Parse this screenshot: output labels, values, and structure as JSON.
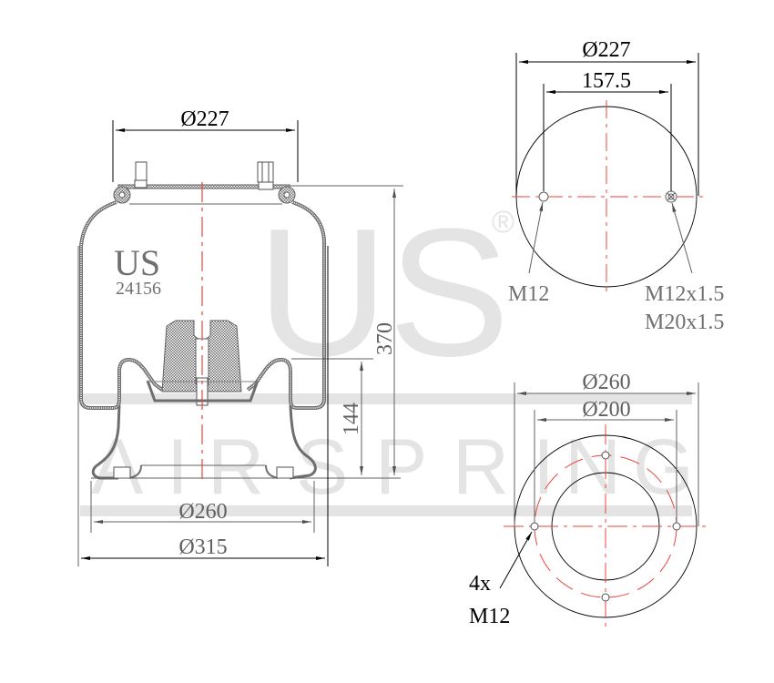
{
  "watermark": {
    "brand": "US",
    "registered": "®",
    "tagline_letters": [
      "A",
      "I",
      "R",
      "S",
      "P",
      "R",
      "I",
      "N",
      "G"
    ],
    "color": "#e4e4e4"
  },
  "side_view": {
    "product_brand": "US",
    "part_number": "24156",
    "top_plate_diameter": "Ø227",
    "height_total": "370",
    "piston_height": "144",
    "piston_base_diameter": "Ø260",
    "max_diameter": "Ø315"
  },
  "top_view": {
    "outer_diameter": "Ø227",
    "stud_spacing": "157.5",
    "left_stud_label": "M12",
    "right_stud_label_1": "M12x1.5",
    "right_stud_label_2": "M20x1.5"
  },
  "bottom_view": {
    "outer_diameter": "Ø260",
    "bolt_circle_diameter": "Ø200",
    "bolt_count": "4x",
    "bolt_label": "M12"
  },
  "colors": {
    "line": "#606060",
    "dark_line": "#000000",
    "centerline": "#e8453c",
    "hatch": "#7a7a7a"
  }
}
